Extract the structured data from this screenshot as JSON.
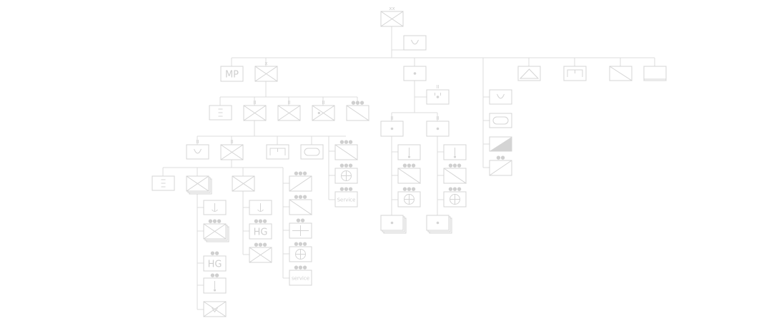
{
  "diagram": {
    "colors": {
      "line": "#dcdcdc",
      "frame": "#d4d4d4",
      "text": "#cfcfcf"
    },
    "units": [
      {
        "id": "hq",
        "symbol": "cross",
        "label": "",
        "echelon": "xx"
      },
      {
        "id": "hq-staff",
        "symbol": "bowl",
        "label": "",
        "echelon": ""
      },
      {
        "id": "mp",
        "symbol": "text",
        "label": "MP",
        "echelon": ""
      },
      {
        "id": "bde1",
        "symbol": "cross",
        "label": "",
        "echelon": "x"
      },
      {
        "id": "dot-main",
        "symbol": "dot",
        "label": "",
        "echelon": ""
      },
      {
        "id": "air-def",
        "symbol": "triangle",
        "label": "",
        "echelon": ""
      },
      {
        "id": "engineer",
        "symbol": "bridge",
        "label": "",
        "echelon": ""
      },
      {
        "id": "cav",
        "symbol": "slash",
        "label": "",
        "echelon": ""
      },
      {
        "id": "blank",
        "symbol": "blank",
        "label": "",
        "echelon": ""
      },
      {
        "id": "b1-support",
        "symbol": "bars",
        "label": "",
        "echelon": ""
      },
      {
        "id": "b1-inf1",
        "symbol": "cross",
        "label": "",
        "echelon": "II"
      },
      {
        "id": "b1-inf2",
        "symbol": "cross",
        "label": "",
        "echelon": "II"
      },
      {
        "id": "b1-mech",
        "symbol": "cross-dot",
        "label": "",
        "echelon": "II"
      },
      {
        "id": "b1-recon",
        "symbol": "slash",
        "label": "",
        "echelon": "●●●"
      },
      {
        "id": "b1-hq",
        "symbol": "bowl",
        "label": "",
        "echelon": "II"
      },
      {
        "id": "b1-inf",
        "symbol": "cross",
        "label": "",
        "echelon": "II"
      },
      {
        "id": "b1-eng",
        "symbol": "bridge",
        "label": "",
        "echelon": ""
      },
      {
        "id": "b1-armor",
        "symbol": "oval",
        "label": "",
        "echelon": ""
      },
      {
        "id": "b1-cav",
        "symbol": "slash",
        "label": "",
        "echelon": "●●●"
      },
      {
        "id": "b1-arty",
        "symbol": "circlecross",
        "label": "",
        "echelon": "●●●"
      },
      {
        "id": "b1-svc",
        "symbol": "text",
        "label": "Service",
        "echelon": "●●●"
      },
      {
        "id": "c-hq",
        "symbol": "bars",
        "label": "",
        "echelon": ""
      },
      {
        "id": "c-inf-stack",
        "symbol": "cross",
        "label": "",
        "echelon": ""
      },
      {
        "id": "c-inf",
        "symbol": "cross",
        "label": "",
        "echelon": ""
      },
      {
        "id": "c-diag",
        "symbol": "diagonal",
        "label": "",
        "echelon": "●●●"
      },
      {
        "id": "c-slash",
        "symbol": "slash",
        "label": "",
        "echelon": "●●●"
      },
      {
        "id": "c-plus",
        "symbol": "plus",
        "label": "",
        "echelon": "●●"
      },
      {
        "id": "c-arty",
        "symbol": "circlecross",
        "label": "",
        "echelon": "●●●"
      },
      {
        "id": "c-svc",
        "symbol": "text",
        "label": "service",
        "echelon": "●●●"
      },
      {
        "id": "d1-anchor",
        "symbol": "anchor",
        "label": "",
        "echelon": ""
      },
      {
        "id": "d1-cross",
        "symbol": "cross",
        "label": "",
        "echelon": "●●●"
      },
      {
        "id": "d1-hg",
        "symbol": "text",
        "label": "HG",
        "echelon": "●●"
      },
      {
        "id": "d1-mark",
        "symbol": "mark",
        "label": "",
        "echelon": "●●"
      },
      {
        "id": "d1-cross2",
        "symbol": "cross-v",
        "label": "",
        "echelon": ""
      },
      {
        "id": "d2-anchor",
        "symbol": "anchor",
        "label": "",
        "echelon": ""
      },
      {
        "id": "d2-hg",
        "symbol": "text",
        "label": "HG",
        "echelon": "●●●"
      },
      {
        "id": "d2-cross",
        "symbol": "cross",
        "label": "",
        "echelon": "●●●"
      },
      {
        "id": "m-bowl",
        "symbol": "bowl-dot",
        "label": "",
        "echelon": "II"
      },
      {
        "id": "m-dot1",
        "symbol": "dot",
        "label": "",
        "echelon": "II"
      },
      {
        "id": "m-dot2",
        "symbol": "dot",
        "label": "",
        "echelon": "II"
      },
      {
        "id": "m1-mark",
        "symbol": "mark",
        "label": "",
        "echelon": ""
      },
      {
        "id": "m1-slash",
        "symbol": "slash",
        "label": "",
        "echelon": "●●●"
      },
      {
        "id": "m1-arty",
        "symbol": "circlecross",
        "label": "",
        "echelon": "●●●"
      },
      {
        "id": "m1-dot",
        "symbol": "dot",
        "label": "",
        "echelon": ""
      },
      {
        "id": "m2-mark",
        "symbol": "mark",
        "label": "",
        "echelon": ""
      },
      {
        "id": "m2-slash",
        "symbol": "slash",
        "label": "",
        "echelon": "●●●"
      },
      {
        "id": "m2-arty",
        "symbol": "circlecross",
        "label": "",
        "echelon": "●●●"
      },
      {
        "id": "m2-dot",
        "symbol": "dot",
        "label": "",
        "echelon": ""
      },
      {
        "id": "r-bowl",
        "symbol": "bowl",
        "label": "",
        "echelon": ""
      },
      {
        "id": "r-oval",
        "symbol": "oval",
        "label": "",
        "echelon": ""
      },
      {
        "id": "r-ramp",
        "symbol": "ramp",
        "label": "",
        "echelon": ""
      },
      {
        "id": "r-diag",
        "symbol": "diagonal",
        "label": "",
        "echelon": "●●"
      }
    ]
  }
}
